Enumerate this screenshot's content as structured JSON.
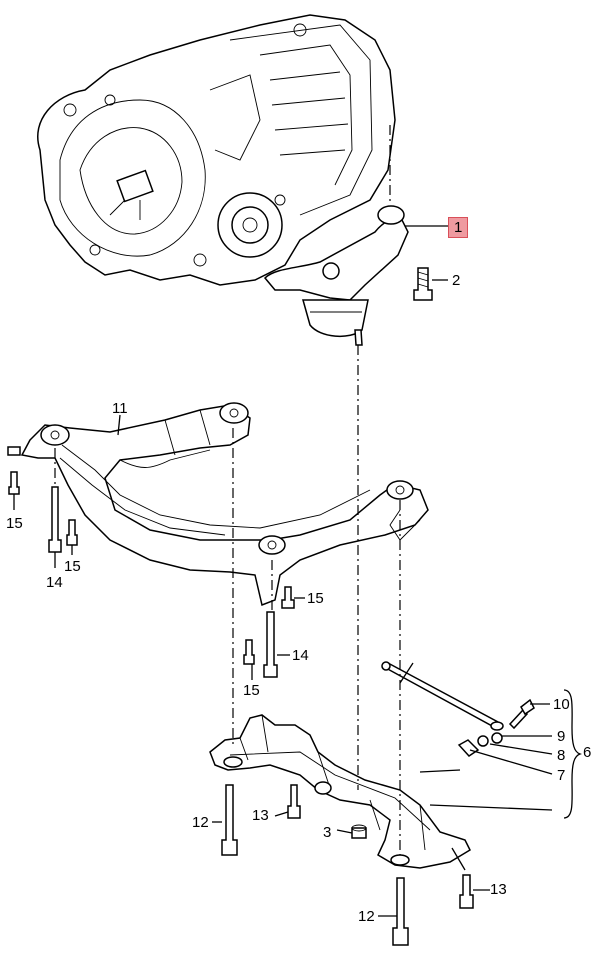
{
  "diagram": {
    "callouts": [
      {
        "id": "c1",
        "label": "1",
        "highlighted": true
      },
      {
        "id": "c2",
        "label": "2"
      },
      {
        "id": "c3",
        "label": "3"
      },
      {
        "id": "c6",
        "label": "6"
      },
      {
        "id": "c7",
        "label": "7"
      },
      {
        "id": "c8",
        "label": "8"
      },
      {
        "id": "c9",
        "label": "9"
      },
      {
        "id": "c10",
        "label": "10"
      },
      {
        "id": "c11",
        "label": "11"
      },
      {
        "id": "c12a",
        "label": "12"
      },
      {
        "id": "c12b",
        "label": "12"
      },
      {
        "id": "c13a",
        "label": "13"
      },
      {
        "id": "c13b",
        "label": "13"
      },
      {
        "id": "c14a",
        "label": "14"
      },
      {
        "id": "c14b",
        "label": "14"
      },
      {
        "id": "c15a",
        "label": "15"
      },
      {
        "id": "c15b",
        "label": "15"
      },
      {
        "id": "c15c",
        "label": "15"
      },
      {
        "id": "c15d",
        "label": "15"
      }
    ],
    "highlight_color": "#ef9aa0"
  }
}
